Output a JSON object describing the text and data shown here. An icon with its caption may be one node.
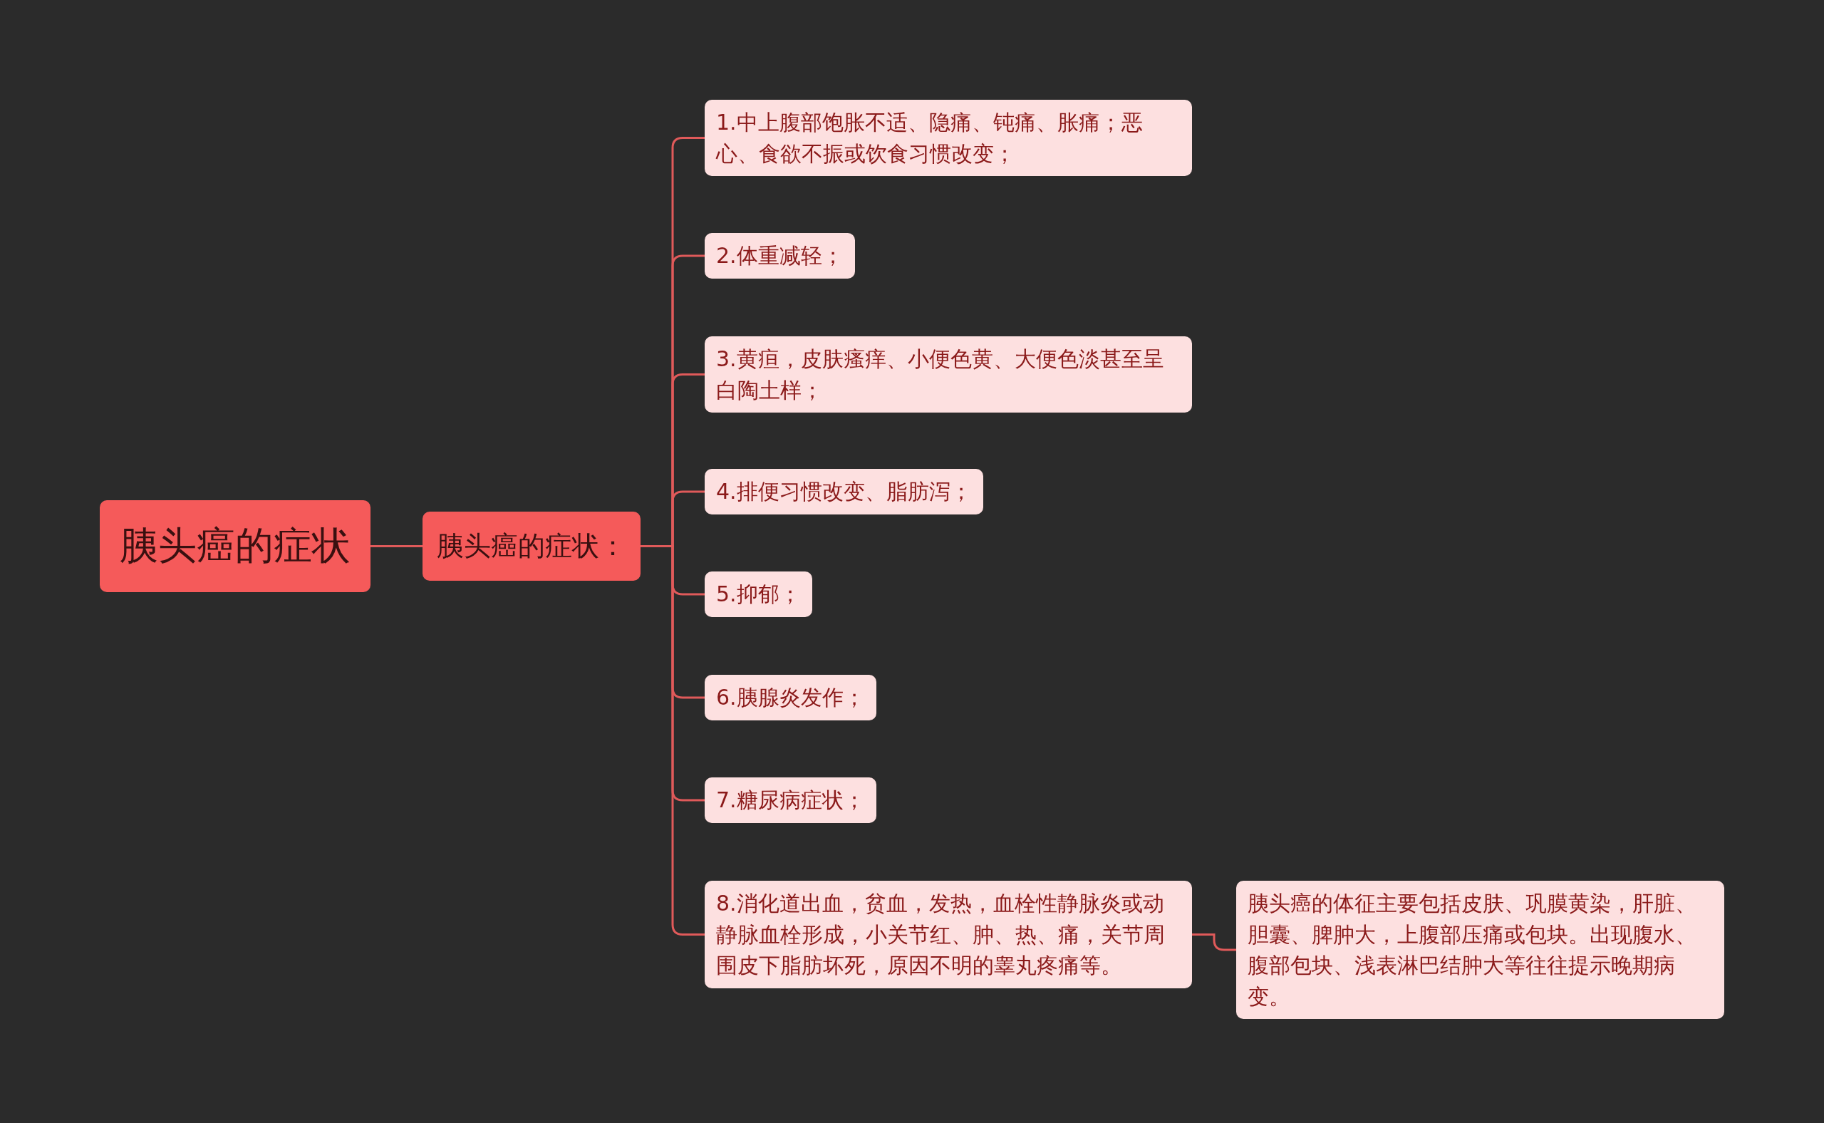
{
  "diagram": {
    "nodes": [
      {
        "text": [
          "胰头癌的症状"
        ]
      },
      {
        "text": [
          "胰头癌的症状："
        ]
      },
      {
        "text": [
          "1.中上腹部饱胀不适、隐痛、钝痛、胀痛；恶心、食欲不振或饮食习惯改变；"
        ]
      },
      {
        "text": [
          "2.体重减轻；"
        ]
      },
      {
        "text": [
          "3.黄疸，皮肤瘙痒、小便色黄、大便色淡甚至呈白陶土样；"
        ]
      },
      {
        "text": [
          "4.排便习惯改变、脂肪泻；"
        ]
      },
      {
        "text": [
          "5.抑郁；"
        ]
      },
      {
        "text": [
          "6.胰腺炎发作；"
        ]
      },
      {
        "text": [
          "7.糖尿病症状；"
        ]
      },
      {
        "text": [
          "8.消化道出血，贫血，发热，血栓性静脉炎或动静脉血栓形成，小关节红、肿、热、痛，关节周围皮下脂肪坏死，原因不明的睾丸疼痛等。"
        ]
      },
      {
        "text": [
          "胰头癌的体征主要包括皮肤、巩膜黄染，肝脏、胆囊、脾肿大，上腹部压痛或包块。出现腹水、腹部包块、浅表淋巴结肿大等往往提示晚期病变。"
        ]
      }
    ],
    "edges": [
      {
        "from": 0,
        "to": 1,
        "arrow": "none"
      },
      {
        "from": 1,
        "to": 2,
        "arrow": "none"
      },
      {
        "from": 1,
        "to": 3,
        "arrow": "none"
      },
      {
        "from": 1,
        "to": 4,
        "arrow": "none"
      },
      {
        "from": 1,
        "to": 5,
        "arrow": "none"
      },
      {
        "from": 1,
        "to": 6,
        "arrow": "none"
      },
      {
        "from": 1,
        "to": 7,
        "arrow": "none"
      },
      {
        "from": 1,
        "to": 8,
        "arrow": "none"
      },
      {
        "from": 1,
        "to": 9,
        "arrow": "none"
      },
      {
        "from": 9,
        "to": 10,
        "arrow": "none"
      }
    ]
  }
}
